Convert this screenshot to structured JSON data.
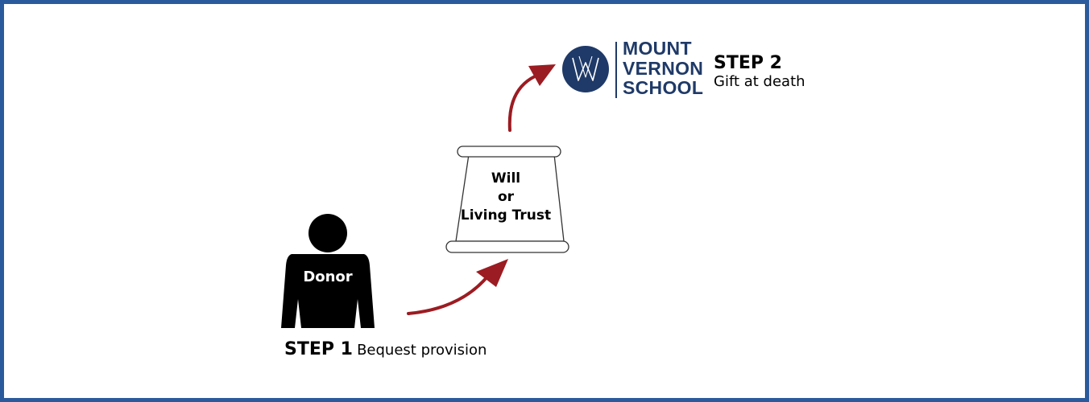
{
  "donor": {
    "label": "Donor"
  },
  "scroll": {
    "line1": "Will",
    "line2": "or",
    "line3": "Living Trust"
  },
  "step1": {
    "label": "STEP 1",
    "desc": "Bequest provision"
  },
  "step2": {
    "label": "STEP 2",
    "desc": "Gift at death"
  },
  "school": {
    "line1": "MOUNT",
    "line2": "VERNON",
    "line3": "SCHOOL"
  },
  "logo": {
    "icon": "mv-monogram-icon"
  },
  "colors": {
    "border": "#2b5a9c",
    "arrow": "#9b1c22",
    "navy": "#1f3a68"
  }
}
